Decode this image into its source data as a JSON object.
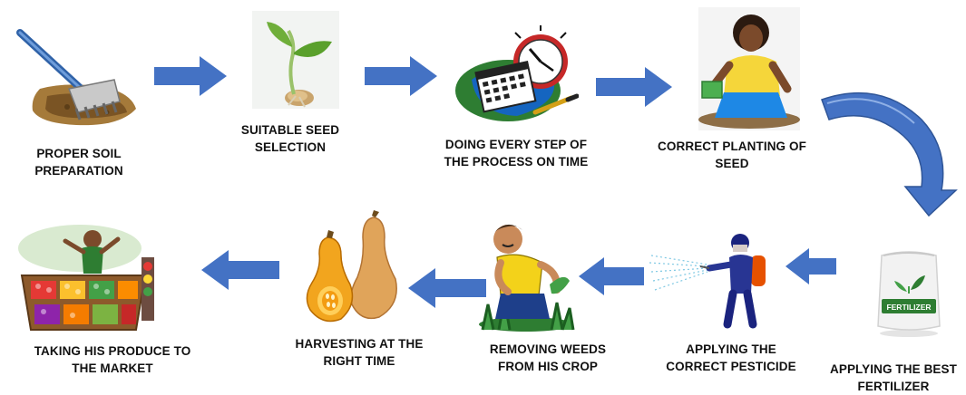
{
  "colors": {
    "arrow": "#4472c4",
    "arrow_dark": "#2f5597",
    "text": "#111111",
    "background": "#ffffff"
  },
  "steps": [
    {
      "id": "soil",
      "icon": "soil-rake-icon",
      "lines": [
        "PROPER SOIL",
        "PREPARATION"
      ]
    },
    {
      "id": "seed",
      "icon": "seedling-icon",
      "lines": [
        "SUITABLE SEED",
        "SELECTION"
      ]
    },
    {
      "id": "time",
      "icon": "calendar-clock-icon",
      "lines": [
        "DOING EVERY STEP OF",
        "THE PROCESS ON TIME"
      ]
    },
    {
      "id": "plant",
      "icon": "woman-planting-icon",
      "lines": [
        "CORRECT PLANTING OF",
        "SEED"
      ]
    },
    {
      "id": "fertilizer",
      "icon": "fertilizer-bag-icon",
      "lines": [
        "APPLYING THE BEST",
        "FERTILIZER"
      ],
      "bag_text": "FERTILIZER"
    },
    {
      "id": "pesticide",
      "icon": "pesticide-sprayer-icon",
      "lines": [
        "APPLYING THE",
        "CORRECT PESTICIDE"
      ]
    },
    {
      "id": "weeds",
      "icon": "weeding-man-icon",
      "lines": [
        "REMOVING WEEDS",
        "FROM HIS CROP"
      ]
    },
    {
      "id": "harvest",
      "icon": "butternut-squash-icon",
      "lines": [
        "HARVESTING AT THE",
        "RIGHT TIME"
      ]
    },
    {
      "id": "market",
      "icon": "market-stall-icon",
      "lines": [
        "TAKING HIS PRODUCE TO",
        "THE MARKET"
      ]
    }
  ]
}
